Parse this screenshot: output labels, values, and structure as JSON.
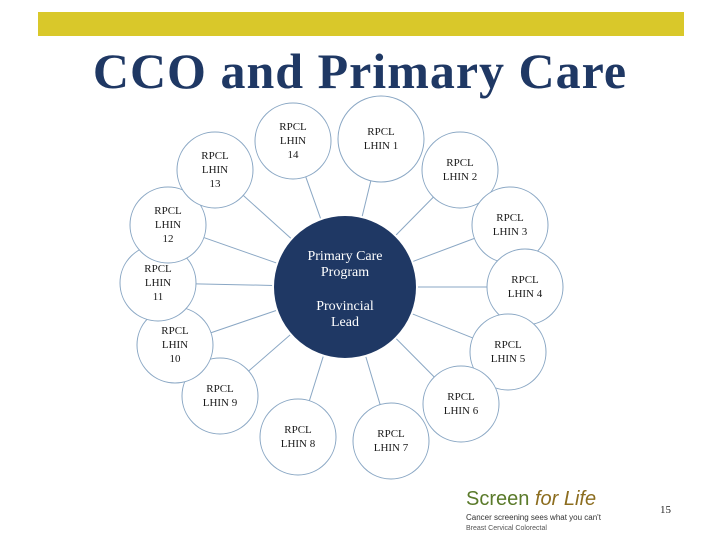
{
  "slide": {
    "title": "CCO and Primary Care",
    "page_number": "15"
  },
  "center": {
    "line1": "Primary Care",
    "line2": "Program",
    "line3": "Provincial",
    "line4": "Lead"
  },
  "nodes": [
    {
      "id": "lhin1",
      "lines": [
        "RPCL",
        "LHIN 1"
      ]
    },
    {
      "id": "lhin2",
      "lines": [
        "RPCL",
        "LHIN 2"
      ]
    },
    {
      "id": "lhin3",
      "lines": [
        "RPCL",
        "LHIN 3"
      ]
    },
    {
      "id": "lhin4",
      "lines": [
        "RPCL",
        "LHIN 4"
      ]
    },
    {
      "id": "lhin5",
      "lines": [
        "RPCL",
        "LHIN 5"
      ]
    },
    {
      "id": "lhin6",
      "lines": [
        "RPCL",
        "LHIN 6"
      ]
    },
    {
      "id": "lhin7",
      "lines": [
        "RPCL",
        "LHIN 7"
      ]
    },
    {
      "id": "lhin8",
      "lines": [
        "RPCL",
        "LHIN 8"
      ]
    },
    {
      "id": "lhin9",
      "lines": [
        "RPCL",
        "LHIN 9"
      ]
    },
    {
      "id": "lhin10",
      "lines": [
        "RPCL",
        "LHIN",
        "10"
      ]
    },
    {
      "id": "lhin11",
      "lines": [
        "RPCL",
        "LHIN",
        "11"
      ]
    },
    {
      "id": "lhin12",
      "lines": [
        "RPCL",
        "LHIN",
        "12"
      ]
    },
    {
      "id": "lhin13",
      "lines": [
        "RPCL",
        "LHIN",
        "13"
      ]
    },
    {
      "id": "lhin14",
      "lines": [
        "RPCL",
        "LHIN",
        "14"
      ]
    }
  ],
  "logo": {
    "screen": "Screen ",
    "for_life": "for Life",
    "tagline": "Cancer screening sees what you can't",
    "items": "Breast   Cervical   Colorectal"
  },
  "colors": {
    "accent_bar": "#d9c82a",
    "title": "#1f3864",
    "center_fill": "#1f3864",
    "node_stroke": "#8aa7c4",
    "connector": "#8aa7c4"
  }
}
